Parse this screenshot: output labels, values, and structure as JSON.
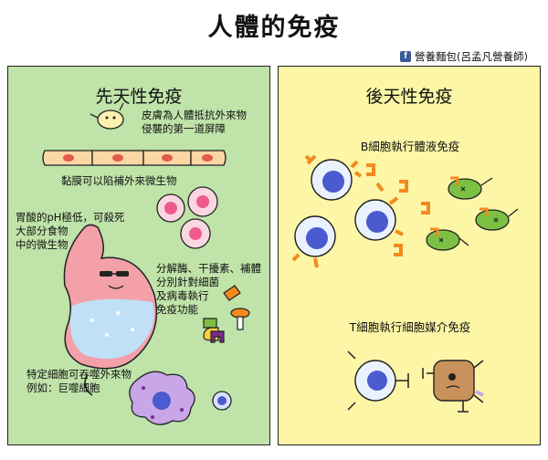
{
  "title": "人體的免疫",
  "credit": "營養麵包(呂孟凡營養師)",
  "credit_icon": "facebook-icon",
  "innate": {
    "heading": "先天性免疫",
    "skin": "皮膚為人體抵抗外來物\n侵襲的第一道屏障",
    "mucosa": "黏膜可以陷補外來微生物",
    "stomach": "胃酸的pH極低，可殺死\n大部分食物\n中的微生物",
    "enzymes": "分解酶、干擾素、補體\n分別針對細菌\n及病毒執行\n免疫功能",
    "phagocyte": "特定細胞可吞噬外來物\n例如：巨噬細胞"
  },
  "adaptive": {
    "heading": "後天性免疫",
    "bcell": "B細胞執行體液免疫",
    "tcell": "T細胞執行細胞媒介免疫"
  },
  "colors": {
    "innate_bg": "#bfe3a9",
    "adaptive_bg": "#fdf6a6",
    "antibody": "#f28a1e",
    "germ": "#7cc043",
    "cell_nucleus": "#4a5bd0",
    "stomach": "#f4a0a8"
  }
}
